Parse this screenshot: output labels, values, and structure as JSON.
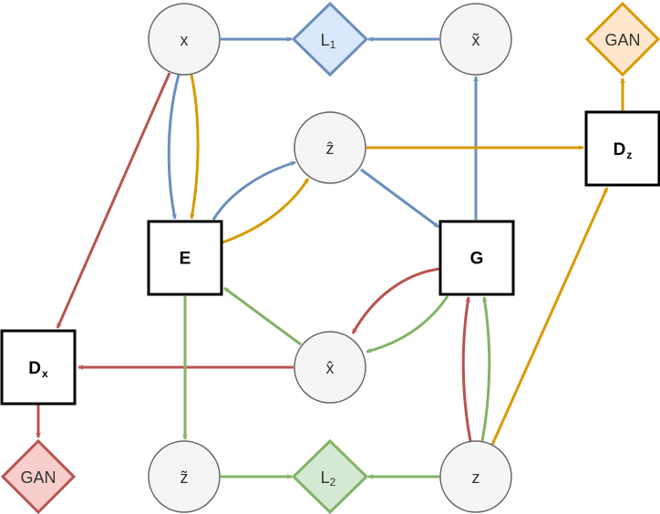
{
  "colors": {
    "blue": "#6c8ebf",
    "orange": "#d79b00",
    "red": "#b85450",
    "green": "#82b366",
    "circle_fill": "#f5f5f5",
    "circle_stroke": "#666666",
    "box_stroke": "#000000"
  },
  "nodes": {
    "x": {
      "label": "x"
    },
    "x_tilde": {
      "label": "x̃"
    },
    "z_hat": {
      "label": "ẑ"
    },
    "x_hat": {
      "label": "x̂"
    },
    "z_tilde": {
      "label": "z̃"
    },
    "z": {
      "label": "z"
    },
    "E": {
      "label": "E"
    },
    "G": {
      "label": "G"
    },
    "D_x": {
      "label": "D",
      "sub": "x"
    },
    "D_z": {
      "label": "D",
      "sub": "z"
    },
    "L1": {
      "label": "L",
      "sub": "1"
    },
    "L2": {
      "label": "L",
      "sub": "2"
    },
    "gan_x": {
      "label": "GAN"
    },
    "gan_z": {
      "label": "GAN"
    }
  }
}
